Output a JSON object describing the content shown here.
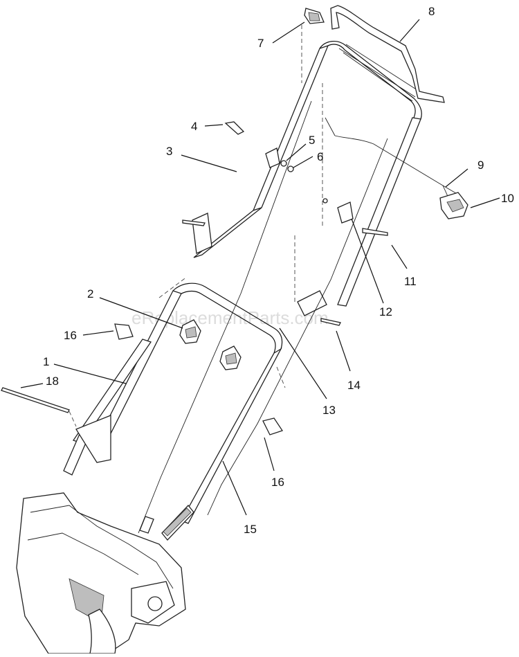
{
  "watermark": "eReplacementParts.com",
  "callouts": [
    {
      "id": "c8",
      "label": "8"
    },
    {
      "id": "c7",
      "label": "7"
    },
    {
      "id": "c4",
      "label": "4"
    },
    {
      "id": "c5",
      "label": "5"
    },
    {
      "id": "c6",
      "label": "6"
    },
    {
      "id": "c3",
      "label": "3"
    },
    {
      "id": "c9",
      "label": "9"
    },
    {
      "id": "c10",
      "label": "10"
    },
    {
      "id": "c11",
      "label": "11"
    },
    {
      "id": "c12",
      "label": "12"
    },
    {
      "id": "c2",
      "label": "2"
    },
    {
      "id": "c16a",
      "label": "16"
    },
    {
      "id": "c1",
      "label": "1"
    },
    {
      "id": "c18",
      "label": "18"
    },
    {
      "id": "c14",
      "label": "14"
    },
    {
      "id": "c13",
      "label": "13"
    },
    {
      "id": "c16b",
      "label": "16"
    },
    {
      "id": "c15",
      "label": "15"
    }
  ]
}
